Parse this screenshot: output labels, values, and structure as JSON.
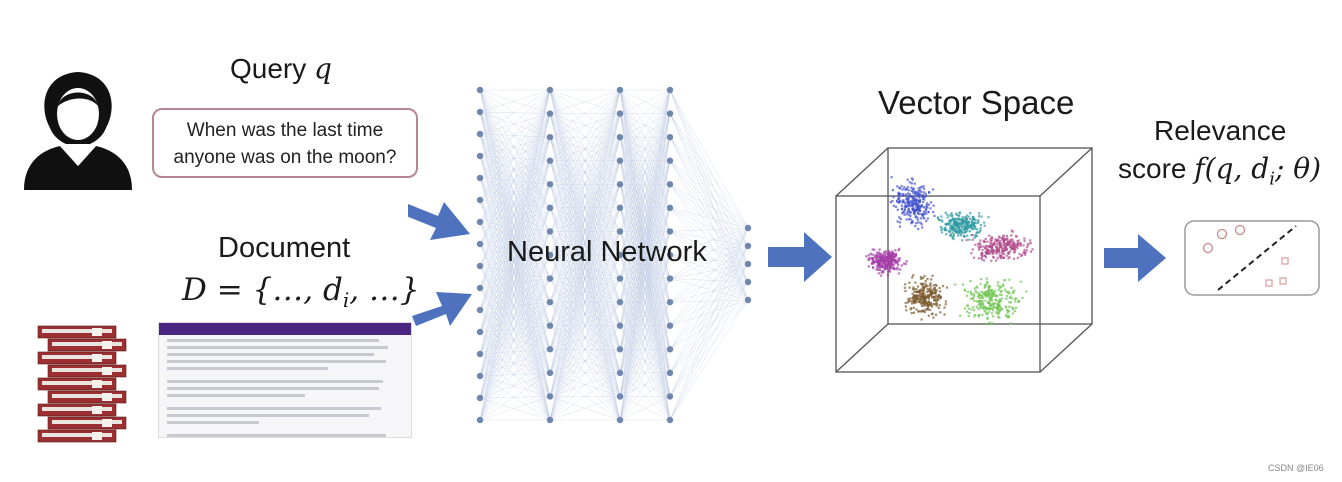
{
  "query": {
    "title": "Query",
    "var": "q",
    "text_line1": "When was the last time",
    "text_line2": "anyone was on the moon?"
  },
  "document": {
    "title": "Document",
    "formula_prefix": "D = {…, d",
    "formula_sub": "i",
    "formula_suffix": ", …}"
  },
  "network": {
    "label": "Neural Network"
  },
  "vector_space": {
    "title": "Vector Space"
  },
  "relevance": {
    "line1": "Relevance",
    "line2_prefix": "score ",
    "line2_formula": "f(q, d",
    "line2_sub": "i",
    "line2_suffix": "; θ)"
  },
  "watermark": "CSDN @IE06",
  "colors": {
    "arrow": "#4e72be",
    "node": "#6f86ad",
    "edge": "#b9c6e0",
    "query_border": "#b8868e",
    "doc_header": "#4a2680",
    "binder": "#9c2f31",
    "clusters": [
      "#3f4fd0",
      "#2e9aa2",
      "#a23ca6",
      "#b0488a",
      "#7a5a2c",
      "#6ec44e"
    ]
  },
  "icons": [
    "person-icon",
    "binder-stack-icon",
    "document-page-icon",
    "arrow-right-icon",
    "relevance-plot-icon"
  ]
}
